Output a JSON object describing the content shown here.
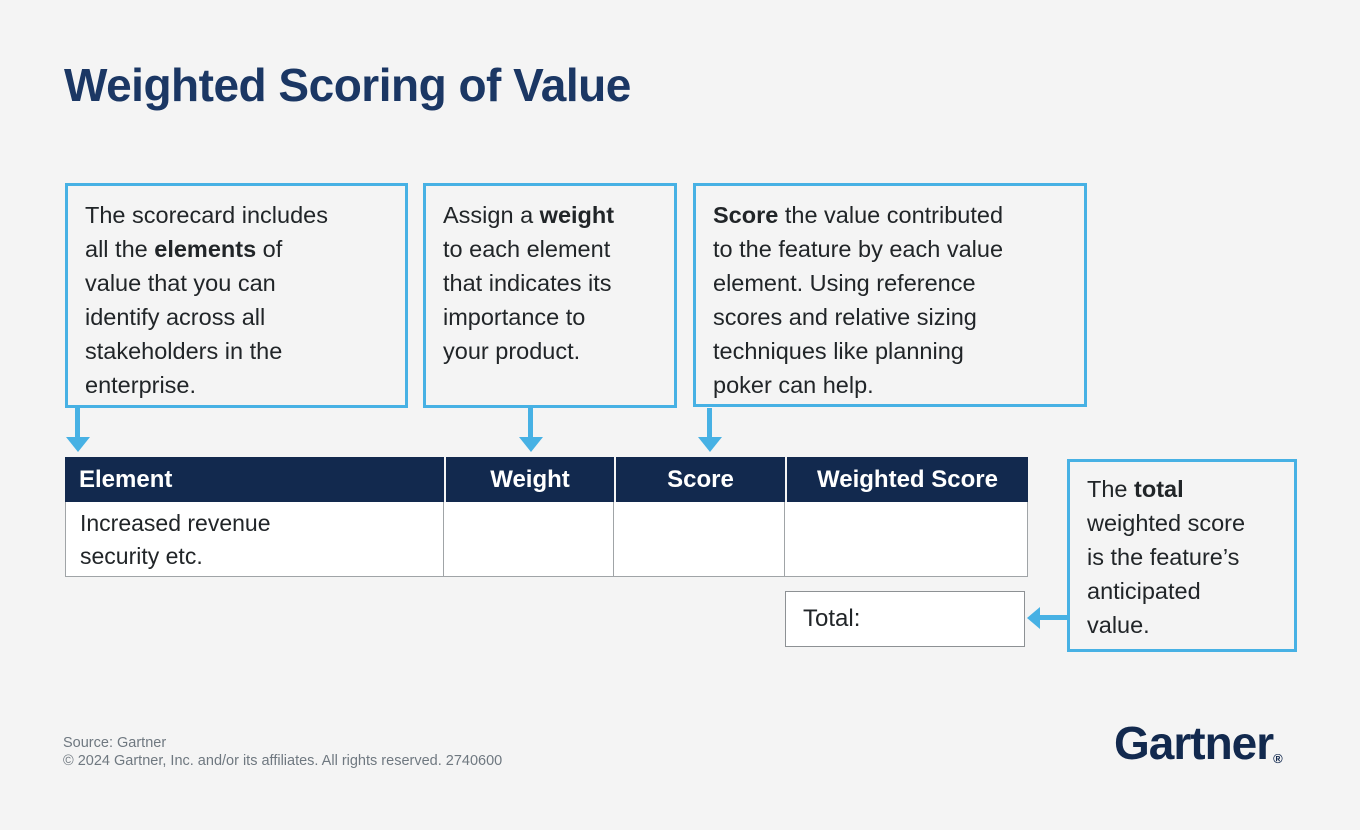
{
  "page": {
    "title": "Weighted Scoring of Value",
    "background_color": "#f4f4f4"
  },
  "colors": {
    "accent_blue": "#47b1e4",
    "navy": "#12294e",
    "title_navy": "#1b3764",
    "body_text": "#212528",
    "footer_gray": "#6f7880",
    "box_border_gray": "#8d9194",
    "table_cell_white": "#ffffff"
  },
  "callouts": {
    "elements": {
      "lines": [
        [
          {
            "t": "The scorecard includes"
          }
        ],
        [
          {
            "t": "all the "
          },
          {
            "t": "elements",
            "b": true
          },
          {
            "t": " of"
          }
        ],
        [
          {
            "t": "value that you can"
          }
        ],
        [
          {
            "t": "identify across all"
          }
        ],
        [
          {
            "t": "stakeholders in the"
          }
        ],
        [
          {
            "t": "enterprise."
          }
        ]
      ]
    },
    "weight": {
      "lines": [
        [
          {
            "t": "Assign a "
          },
          {
            "t": "weight",
            "b": true
          }
        ],
        [
          {
            "t": "to each element"
          }
        ],
        [
          {
            "t": "that indicates its"
          }
        ],
        [
          {
            "t": "importance to"
          }
        ],
        [
          {
            "t": "your product."
          }
        ]
      ]
    },
    "score": {
      "lines": [
        [
          {
            "t": "Score",
            "b": true
          },
          {
            "t": " the value contributed"
          }
        ],
        [
          {
            "t": "to the feature by each value"
          }
        ],
        [
          {
            "t": "element. Using reference"
          }
        ],
        [
          {
            "t": "scores and relative sizing"
          }
        ],
        [
          {
            "t": "techniques like planning"
          }
        ],
        [
          {
            "t": "poker can help."
          }
        ]
      ]
    },
    "total": {
      "lines": [
        [
          {
            "t": "The "
          },
          {
            "t": "total",
            "b": true
          }
        ],
        [
          {
            "t": "weighted score"
          }
        ],
        [
          {
            "t": "is the feature’s"
          }
        ],
        [
          {
            "t": "anticipated"
          }
        ],
        [
          {
            "t": "value."
          }
        ]
      ]
    }
  },
  "table": {
    "headers": [
      "Element",
      "Weight",
      "Score",
      "Weighted Score"
    ],
    "rows": [
      {
        "element_lines": [
          [
            {
              "t": "Increased revenue"
            }
          ],
          [
            {
              "t": "security etc."
            }
          ]
        ],
        "weight": "",
        "score": "",
        "weighted_score": ""
      }
    ],
    "total_label": "Total:"
  },
  "footer": {
    "source": "Source: Gartner",
    "copyright": "© 2024 Gartner, Inc. and/or its affiliates. All rights reserved. 2740600"
  },
  "logo": {
    "text": "Gartner",
    "registered": "®"
  }
}
